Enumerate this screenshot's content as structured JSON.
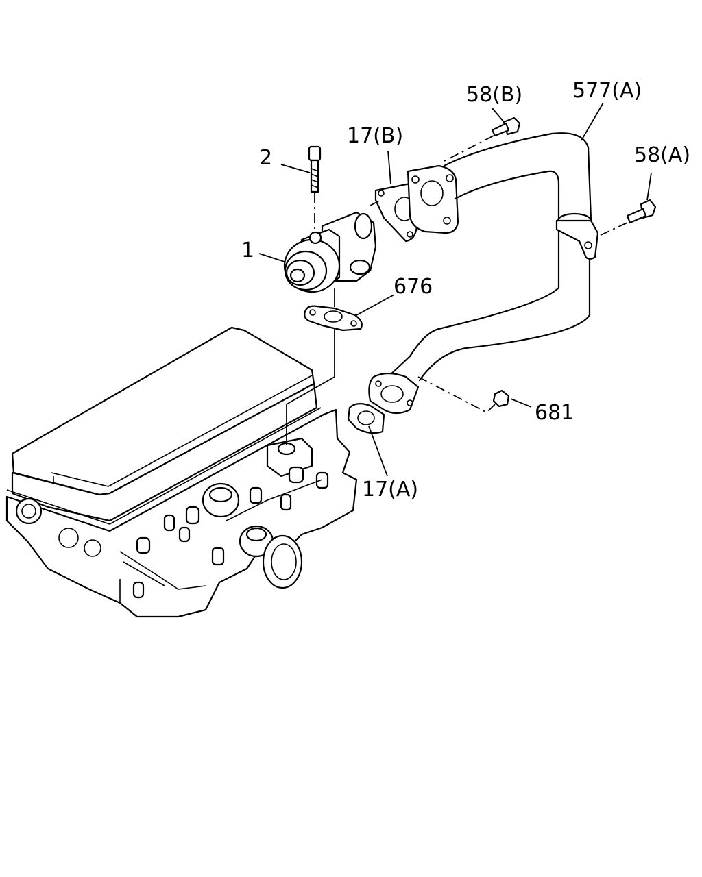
{
  "diagram": {
    "callouts": {
      "c_2": "2",
      "c_1": "1",
      "c_17b": "17(B)",
      "c_58b": "58(B)",
      "c_577a": "577(A)",
      "c_58a": "58(A)",
      "c_676": "676",
      "c_681": "681",
      "c_17a": "17(A)"
    }
  }
}
